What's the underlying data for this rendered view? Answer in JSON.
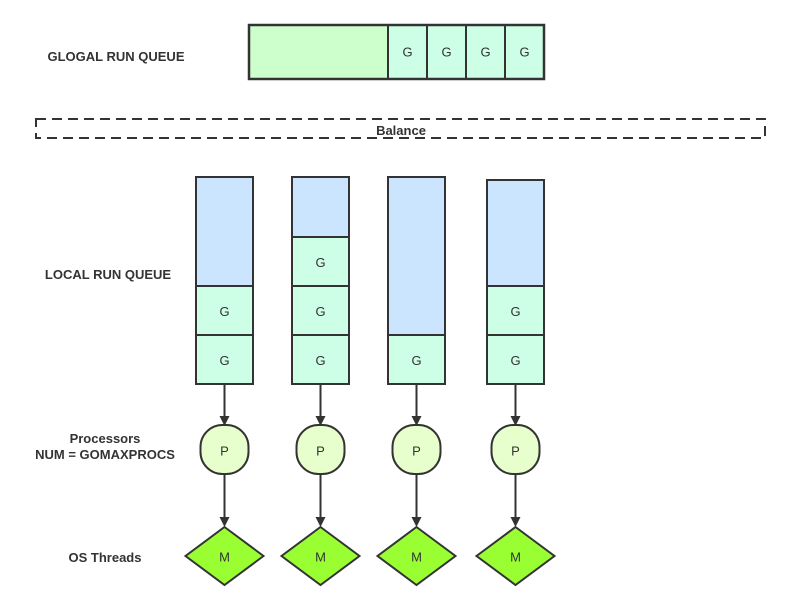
{
  "labels": {
    "global_run_queue": "GLOGAL RUN QUEUE",
    "balance": "Balance",
    "local_run_queue": "LOCAL RUN QUEUE",
    "processors_line1": "Processors",
    "processors_line2": "NUM = GOMAXPROCS",
    "os_threads": "OS Threads"
  },
  "global_queue": {
    "goroutines": [
      "G",
      "G",
      "G",
      "G"
    ]
  },
  "local_queues": [
    {
      "goroutines": [
        "G",
        "G"
      ],
      "processor": "P",
      "thread": "M"
    },
    {
      "goroutines": [
        "G",
        "G",
        "G"
      ],
      "processor": "P",
      "thread": "M"
    },
    {
      "goroutines": [
        "G"
      ],
      "processor": "P",
      "thread": "M"
    },
    {
      "goroutines": [
        "G",
        "G"
      ],
      "processor": "P",
      "thread": "M"
    }
  ],
  "colors": {
    "stroke": "#333333",
    "global_empty": "#ccffcc",
    "goroutine": "#ccffe6",
    "local_empty": "#cce5ff",
    "processor": "#e6ffcc",
    "thread": "#99ff33"
  }
}
